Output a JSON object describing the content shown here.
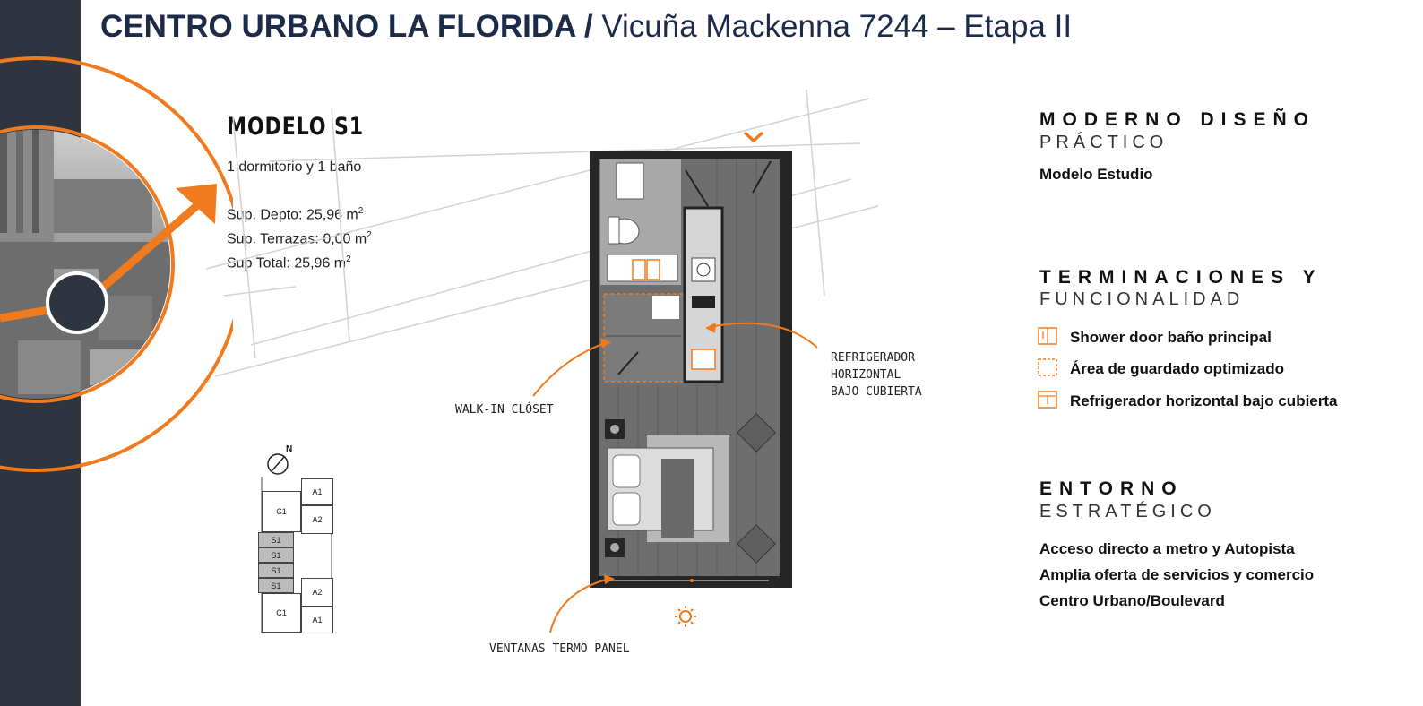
{
  "header": {
    "title_bold": "CENTRO URBANO LA FLORIDA /",
    "title_rest": " Vicuña Mackenna 7244 – Etapa II"
  },
  "model": {
    "name": "MODELO S1",
    "description": "1 dormitorio y 1 baño",
    "specs": [
      {
        "label": "Sup. Depto: 25,96 m",
        "sup": "2"
      },
      {
        "label": "Sup. Terrazas: 0,00 m",
        "sup": "2"
      },
      {
        "label": "Sup Total: 25,96 m",
        "sup": "2"
      }
    ]
  },
  "plan_labels": {
    "walkin": "WALK-IN CLÓSET",
    "refrigerador": [
      "REFRIGERADOR",
      "HORIZONTAL",
      "BAJO CUBIERTA"
    ],
    "ventanas": "VENTANAS TERMO PANEL"
  },
  "keyplan": {
    "north": "N",
    "units": [
      "A1",
      "C1",
      "A2",
      "S1",
      "S1",
      "S1",
      "S1",
      "A2",
      "C1",
      "A1"
    ]
  },
  "sections": {
    "diseno": {
      "h1": "MODERNO DISEÑO",
      "h2": "PRÁCTICO",
      "line": "Modelo Estudio"
    },
    "terminaciones": {
      "h1": "TERMINACIONES Y",
      "h2": "FUNCIONALIDAD",
      "features": [
        {
          "icon": "shower-door-icon",
          "label": "Shower door baño principal"
        },
        {
          "icon": "storage-area-icon",
          "label": "Área de guardado optimizado"
        },
        {
          "icon": "fridge-icon",
          "label": "Refrigerador horizontal bajo cubierta"
        }
      ]
    },
    "entorno": {
      "h1": "ENTORNO",
      "h2": "ESTRATÉGICO",
      "lines": [
        "Acceso directo a metro y Autopista",
        "Amplia oferta de servicios y comercio",
        "Centro Urbano/Boulevard"
      ]
    }
  },
  "colors": {
    "accent": "#f07a1e",
    "sidebar": "#2f3540",
    "title": "#1d2b4a"
  }
}
